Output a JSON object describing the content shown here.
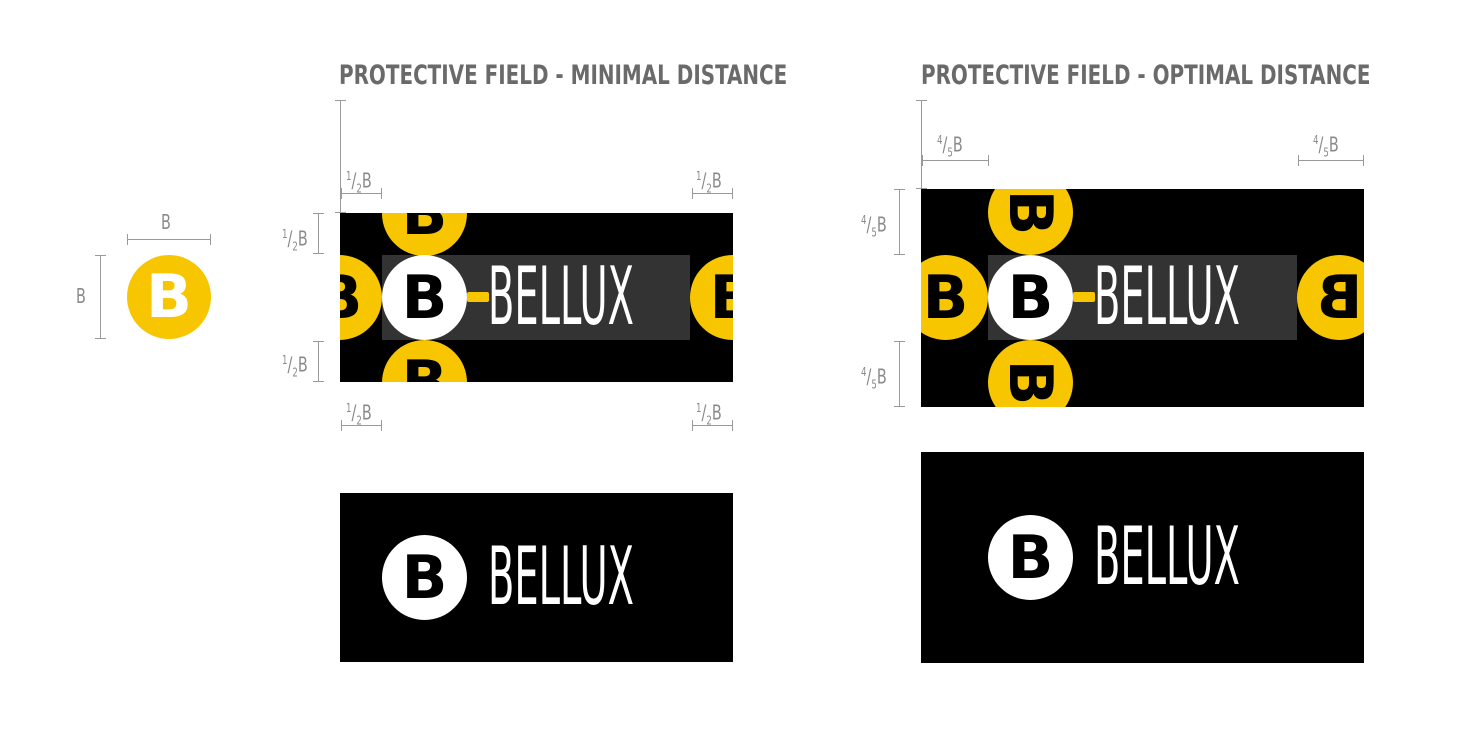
{
  "headings": {
    "minimal": "PROTECTIVE FIELD - MINIMAL DISTANCE",
    "optimal": "PROTECTIVE FIELD - OPTIMAL DISTANCE"
  },
  "standalone": {
    "width_label": "B",
    "height_label": "B"
  },
  "logo": {
    "wordmark": "BELLUX",
    "monogram": "B",
    "monogram_icon": "bellux-monogram-icon"
  },
  "minimal": {
    "half_num": "1",
    "half_den": "2",
    "unit": "B"
  },
  "optimal": {
    "frac_num": "4",
    "frac_den": "5",
    "unit": "B"
  },
  "colors": {
    "brand_yellow": "#f7c600",
    "panel": "#000000",
    "band": "#333333",
    "guide": "#9a9a9a",
    "heading": "#6a6a6a"
  }
}
